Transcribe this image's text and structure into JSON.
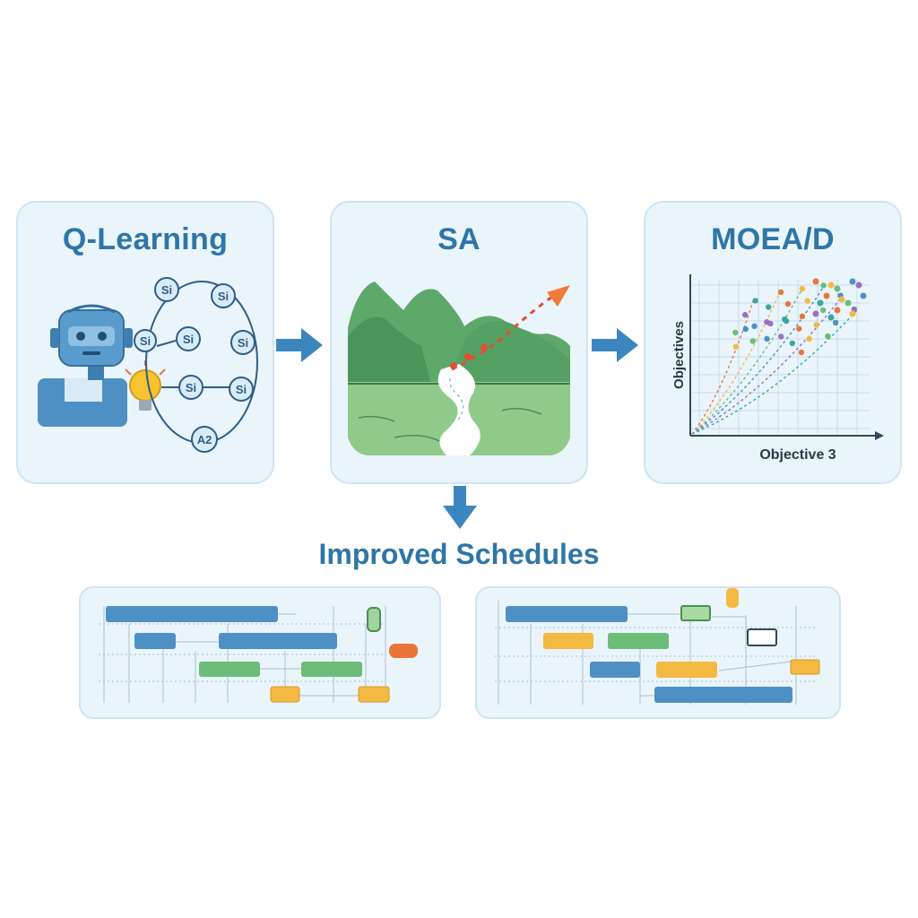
{
  "panels": {
    "q_learning": {
      "title": "Q-Learning",
      "nodes": [
        "Si",
        "Si",
        "Si",
        "Si",
        "Si",
        "Si",
        "Si",
        "A2"
      ]
    },
    "sa": {
      "title": "SA"
    },
    "moead": {
      "title": "MOEA/D",
      "y_axis_label": "Objectives",
      "x_axis_label": "Objective 3"
    }
  },
  "output": {
    "title": "Improved Schedules"
  },
  "colors": {
    "panel_bg": "#e9f4fb",
    "panel_border": "#cfe4f3",
    "title_blue": "#2f76a6",
    "arrow_blue": "#3c86bf",
    "bar_blue": "#4e90c4",
    "bar_green": "#6bbd78",
    "bar_yellow": "#f4b942",
    "accent_orange": "#e9753a"
  },
  "icons": [
    "robot-icon",
    "lightbulb-icon",
    "mountain-landscape-icon",
    "trend-arrow-icon",
    "scatter-plot-icon",
    "gantt-chart-icon"
  ]
}
